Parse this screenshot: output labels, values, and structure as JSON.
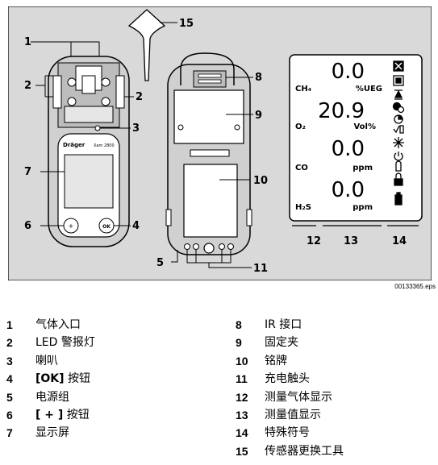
{
  "figure": {
    "callouts": [
      "1",
      "2",
      "2",
      "3",
      "4",
      "5",
      "6",
      "7",
      "8",
      "9",
      "10",
      "11",
      "12",
      "13",
      "14",
      "15"
    ],
    "device_brand": "Dräger",
    "device_model": "Xam 2800",
    "button_plus": "+",
    "button_ok": "OK",
    "display": {
      "rows": [
        {
          "gas": "CH₄",
          "value": "0.0",
          "unit": "%UEG"
        },
        {
          "gas": "O₂",
          "value": "20.9",
          "unit": "Vol%"
        },
        {
          "gas": "CO",
          "value": "0.0",
          "unit": "ppm"
        },
        {
          "gas": "H₂S",
          "value": "0.0",
          "unit": "ppm"
        }
      ],
      "symbol_icons": [
        "alarm-x-icon",
        "special-mode-icon",
        "peak-icon",
        "bump-test-icon",
        "calibration-icon",
        "check-icon",
        "sun-icon",
        "power-icon",
        "pump-icon",
        "lock-icon",
        "battery-icon"
      ]
    },
    "figure_id": "00133365.eps"
  },
  "legend_left": [
    {
      "num": "1",
      "text": "气体入口"
    },
    {
      "num": "2",
      "text": "LED 警报灯"
    },
    {
      "num": "3",
      "text": "喇叭"
    },
    {
      "num": "4",
      "text": "[OK] 按钮",
      "bold_prefix": "[OK]",
      "rest": " 按钮"
    },
    {
      "num": "5",
      "text": "电源组"
    },
    {
      "num": "6",
      "text": "[ + ] 按钮",
      "bold_prefix": "[ + ]",
      "rest": " 按钮"
    },
    {
      "num": "7",
      "text": "显示屏"
    }
  ],
  "legend_right": [
    {
      "num": "8",
      "text": "IR 接口"
    },
    {
      "num": "9",
      "text": "固定夹"
    },
    {
      "num": "10",
      "text": "铭牌"
    },
    {
      "num": "11",
      "text": "充电触头"
    },
    {
      "num": "12",
      "text": "测量气体显示"
    },
    {
      "num": "13",
      "text": "测量值显示"
    },
    {
      "num": "14",
      "text": "特殊符号"
    },
    {
      "num": "15",
      "text": "传感器更换工具"
    }
  ]
}
